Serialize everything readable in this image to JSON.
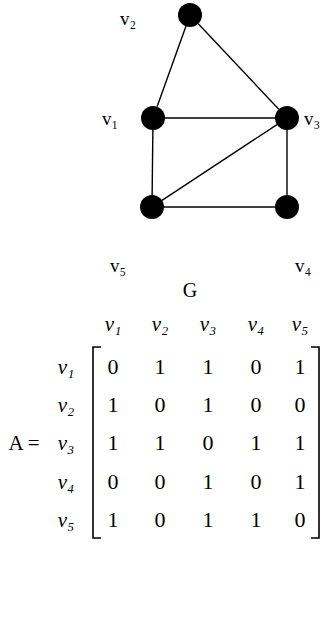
{
  "diagram": {
    "nodes": [
      {
        "text": [
          "v₁"
        ]
      },
      {
        "text": [
          "v₂"
        ]
      },
      {
        "text": [
          "v₃"
        ]
      },
      {
        "text": [
          "v₄"
        ]
      },
      {
        "text": [
          "v₅"
        ]
      }
    ],
    "edges": [
      {
        "from": 0,
        "to": 1,
        "arrow": "none"
      },
      {
        "from": 1,
        "to": 2,
        "arrow": "none"
      },
      {
        "from": 0,
        "to": 2,
        "arrow": "none"
      },
      {
        "from": 0,
        "to": 4,
        "arrow": "none"
      },
      {
        "from": 2,
        "to": 3,
        "arrow": "none"
      },
      {
        "from": 2,
        "to": 4,
        "arrow": "none"
      },
      {
        "from": 3,
        "to": 4,
        "arrow": "none"
      }
    ],
    "labels": [
      "G",
      "A =",
      "v₁",
      "v₂",
      "v₃",
      "v₄",
      "v₅",
      "v₁",
      "v₂",
      "v₃",
      "v₄",
      "v₅",
      "0",
      "1",
      "1",
      "0",
      "1",
      "1",
      "0",
      "1",
      "0",
      "0",
      "1",
      "1",
      "0",
      "1",
      "1",
      "0",
      "0",
      "1",
      "0",
      "1",
      "1",
      "0",
      "1",
      "1",
      "0"
    ]
  }
}
